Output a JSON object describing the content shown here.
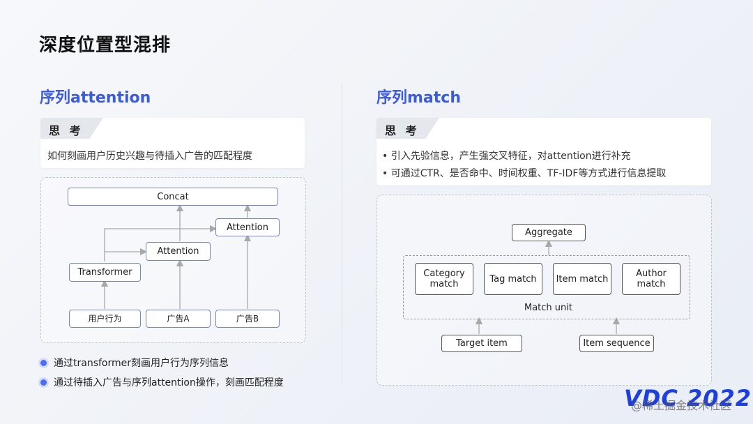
{
  "page": {
    "title": "深度位置型混排"
  },
  "left": {
    "title": "序列attention",
    "think_label": "思 考",
    "think_text": "如何刻画用户历史兴趣与待插入广告的匹配程度",
    "diagram": {
      "concat": "Concat",
      "attention_top": "Attention",
      "attention_mid": "Attention",
      "transformer": "Transformer",
      "user_behavior": "用户行为",
      "ad_a": "广告A",
      "ad_b": "广告B"
    },
    "bullets": [
      "通过transformer刻画用户行为序列信息",
      "通过待插入广告与序列attention操作，刻画匹配程度"
    ]
  },
  "right": {
    "title": "序列match",
    "think_label": "思 考",
    "think_lines": [
      "• 引入先验信息，产生强交叉特征，对attention进行补充",
      "• 可通过CTR、是否命中、时间权重、TF-IDF等方式进行信息提取"
    ],
    "diagram": {
      "aggregate": "Aggregate",
      "category_match": "Category match",
      "tag_match": "Tag match",
      "item_match": "Item match",
      "author_match": "Author match",
      "match_unit": "Match unit",
      "target_item": "Target item",
      "item_sequence": "Item sequence"
    }
  },
  "footer": {
    "logo": "VDC 2022",
    "watermark": "@稀土掘金技术社区"
  },
  "colors": {
    "accent": "#3b5bdb",
    "box_border_blue": "#6f86d6",
    "box_border_gray": "#555555"
  }
}
